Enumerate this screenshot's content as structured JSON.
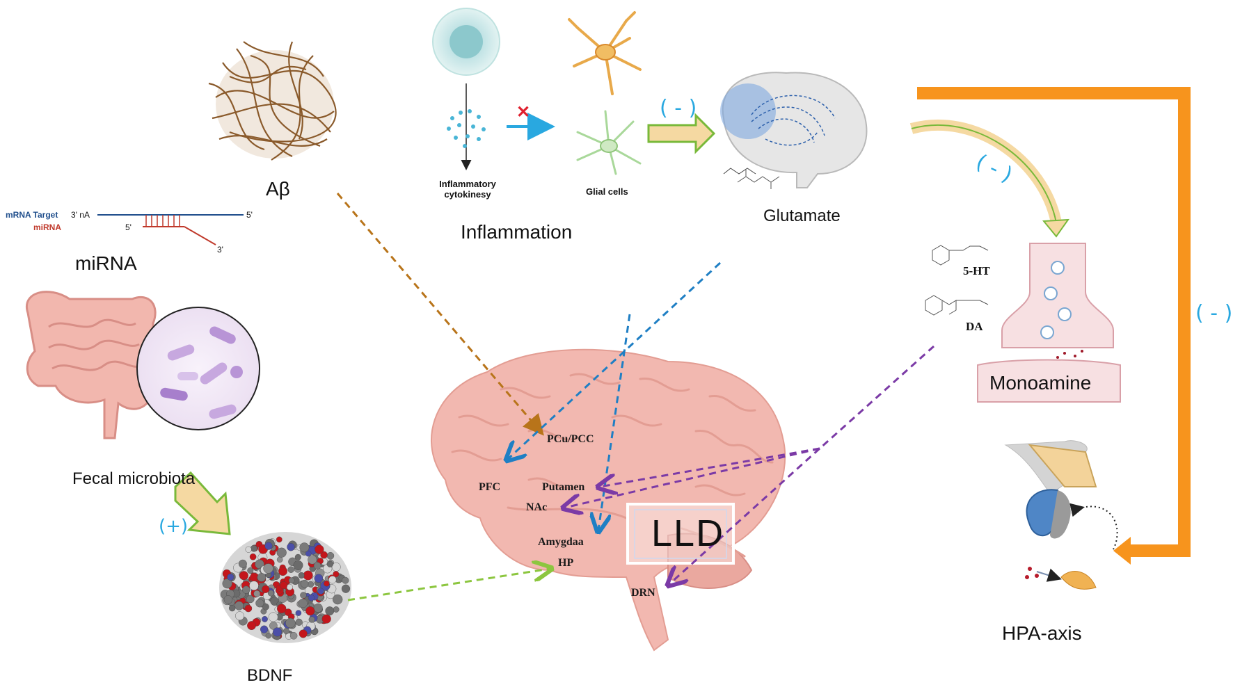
{
  "factors": {
    "abeta": "Aβ",
    "inflammation": "Inflammation",
    "inflammatory_cytokines": "Inflammatory cytokinesy",
    "glial_cells": "Glial cells",
    "glutamate": "Glutamate",
    "mirna": "miRNA",
    "fecal_microbiota": "Fecal microbiota",
    "bdnf": "BDNF",
    "monoamine": "Monoamine",
    "hpa_axis": "HPA-axis"
  },
  "mirna_diagram": {
    "mrna_target": "mRNA Target",
    "mirna_label": "miRNA",
    "three_prime_na": "3' nA",
    "five_prime": "5'",
    "three_prime": "3'"
  },
  "chemicals": {
    "serotonin": "5-HT",
    "dopamine": "DA"
  },
  "brain_regions": {
    "pcu_pcc": "PCu/PCC",
    "pfc": "PFC",
    "putamen": "Putamen",
    "nac": "NAc",
    "amygdala": "Amygdaa",
    "hp": "HP",
    "drn": "DRN"
  },
  "center_label": "LLD",
  "effect_signs": {
    "inhibit_inflammation_glutamate": "( - )",
    "inhibit_glutamate_monoamine": "( - )",
    "inhibit_hpa": "( - )",
    "promote_bdnf": "(+)",
    "blocked": "✕"
  },
  "colors": {
    "abeta_arrow": "#b8741a",
    "glutamate_arrow": "#1f7fc4",
    "monoamine_arrow": "#7b3aa6",
    "bdnf_arrow": "#8cc63f",
    "hpa_arrow": "#f7941d",
    "sign": "#29a8e0",
    "brain": "#f2b8b0"
  }
}
